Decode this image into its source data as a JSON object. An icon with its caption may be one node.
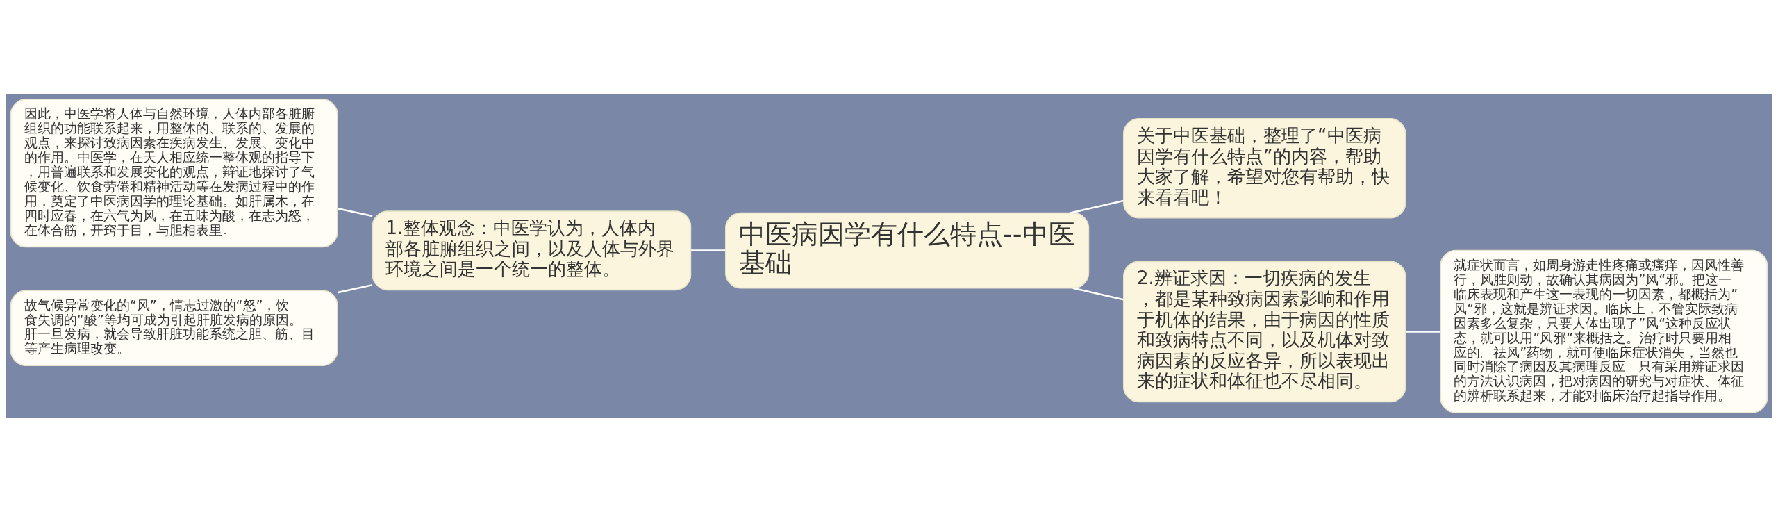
{
  "diagram": {
    "nodes": [
      {
        "text": [
          "中医病因学有什么特点--中医基础"
        ]
      },
      {
        "text": [
          "1.整体观念：中医学认为，人体内部各脏腑组织之间，以及人体与外界环境之间是一个统一的整体。"
        ]
      },
      {
        "text": [
          "关于中医基础，整理了“中医病因学有什么特点”的内容，帮助大家了解，希望对您有帮助，快来看看吧！"
        ]
      },
      {
        "text": [
          "2.辨证求因：一切疾病的发生，都是某种致病因素影响和作用于机体的结果，由于病因的性质和致病特点不同，以及机体对致病因素的反应各异，所以表现出来的症状和体征也不尽相同。"
        ]
      },
      {
        "text": [
          "因此，中医学将人体与自然环境，人体内部各脏腑组织的功能联系起来，用整体的、联系的、发展的观点，来探讨致病因素在疾病发生、发展、变化中的作用。中医学，在天人相应统一整体观的指导下，用普遍联系和发展变化的观点，辩证地探讨了气候变化、饮食劳倦和精神活动等在发病过程中的作用，奠定了中医病因学的理论基础。如肝属木，在四时应春，在六气为风，在五味为酸，在志为怒，在体合筋，开窍于目，与胆相表里。"
        ]
      },
      {
        "text": [
          "故气候异常变化的“风”，情志过激的“怒”，饮食失调的“酸”等均可成为引起肝脏发病的原因。肝一旦发病，就会导致肝脏功能系统之胆、筋、目等产生病理改变。"
        ]
      },
      {
        "text": [
          "就症状而言，如周身游走性疼痛或瘙痒，因风性善行，风胜则动，故确认其病因为”风“邪。把这一临床表现和产生这一表现的一切因素，都概括为”风“邪，这就是辨证求因。临床上，不管实际致病因素多么复杂，只要人体出现了”风“这种反应状态，就可以用”风邪“来概括之。治疗时只要用相应的。祛风”药物，就可使临床症状消失，当然也同时消除了病因及其病理反应。只有采用辨证求因的方法认识病因，把对病因的研究与对症状、体征的辨析联系起来，才能对临床治疗起指导作用。"
        ]
      }
    ],
    "edges": [
      {
        "from": 4,
        "to": 1,
        "arrow": "none"
      },
      {
        "from": 5,
        "to": 1,
        "arrow": "none"
      },
      {
        "from": 1,
        "to": 0,
        "arrow": "none"
      },
      {
        "from": 0,
        "to": 2,
        "arrow": "none"
      },
      {
        "from": 0,
        "to": 3,
        "arrow": "none"
      },
      {
        "from": 3,
        "to": 6,
        "arrow": "none"
      }
    ]
  }
}
